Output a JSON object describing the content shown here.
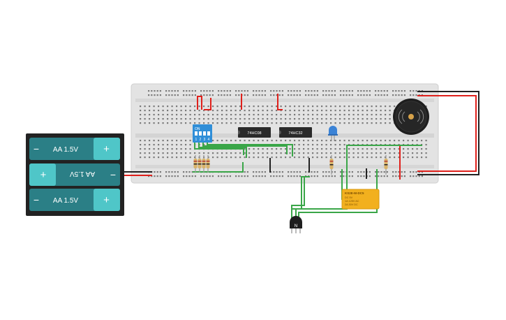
{
  "battery": {
    "cells": [
      {
        "label": "AA 1.5V",
        "plus": "+",
        "minus": "−",
        "flipped": false
      },
      {
        "label": "AA 1.5V",
        "plus": "+",
        "minus": "−",
        "flipped": true
      },
      {
        "label": "AA 1.5V",
        "plus": "+",
        "minus": "−",
        "flipped": false
      }
    ]
  },
  "dip_switch": {
    "on_label": "ON",
    "numbers": [
      "1",
      "2",
      "3",
      "4"
    ]
  },
  "chips": [
    {
      "label": "74HC08"
    },
    {
      "label": "74HC32"
    }
  ],
  "relay": {
    "title": "KS2E-M-DC5",
    "lines": [
      "DC 5V",
      "1A 125V AC",
      "2A 30V DC"
    ]
  },
  "transistor": {
    "label": "N"
  },
  "colors": {
    "breadboard": "#e2e2e2",
    "battery_cell": "#2b7f86",
    "battery_tip": "#4fc6c8",
    "dip_switch": "#2f8ed8",
    "relay": "#f2b01e",
    "wire_red": "#e0201b",
    "wire_black": "#222222",
    "wire_green": "#3aa648",
    "led": "#3b83d6"
  }
}
